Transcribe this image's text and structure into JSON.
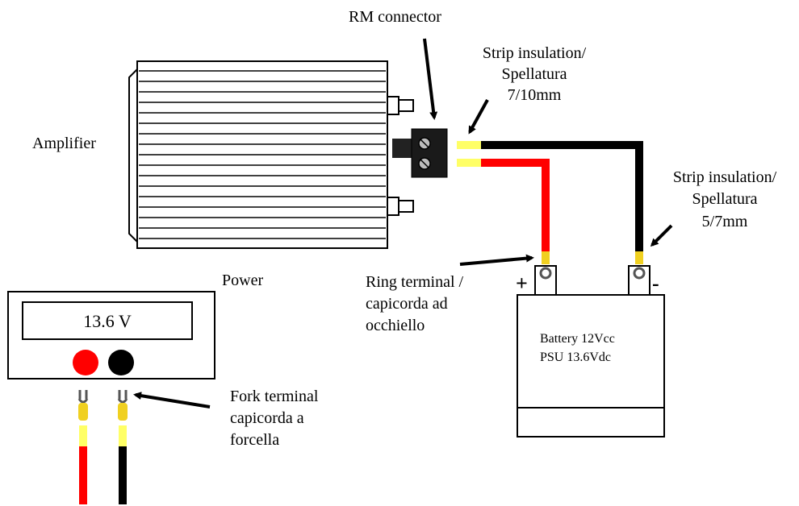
{
  "labels": {
    "rm_connector": "RM connector",
    "strip_top": [
      "Strip insulation/",
      "Spellatura",
      "7/10mm"
    ],
    "strip_right": [
      "Strip insulation/",
      "Spellatura",
      "5/7mm"
    ],
    "amplifier": "Amplifier",
    "power": "Power",
    "ring_terminal": [
      "Ring terminal /",
      "capicorda ad",
      "occhiello"
    ],
    "fork_terminal": [
      "Fork terminal",
      "capicorda a",
      "forcella"
    ],
    "battery": [
      "Battery 12Vcc",
      "PSU 13.6Vdc"
    ],
    "plus": "+",
    "minus": "-",
    "meter_display": "13.6 V"
  },
  "colors": {
    "wire_positive": "#ff0000",
    "wire_negative": "#000000",
    "insulation_strip": "#ffff66",
    "terminal": "#f0d020",
    "meter_red": "#ff0000",
    "meter_black": "#000000"
  }
}
